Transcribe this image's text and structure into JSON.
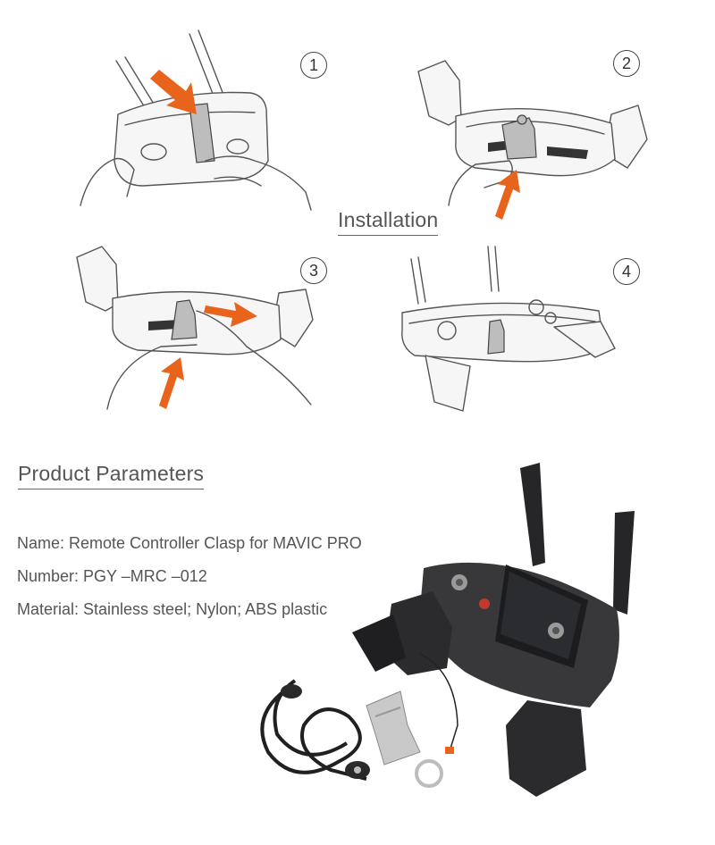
{
  "installation": {
    "title": "Installation",
    "steps": [
      {
        "number": "1",
        "arrow_color": "#e8631c"
      },
      {
        "number": "2",
        "arrow_color": "#e8631c"
      },
      {
        "number": "3",
        "arrow_color": "#e8631c"
      },
      {
        "number": "4"
      }
    ]
  },
  "parameters": {
    "title": "Product  Parameters",
    "name_line": "Name: Remote Controller Clasp for MAVIC PRO",
    "number_line": "Number:  PGY –MRC –012",
    "material_line": "Material: Stainless steel;  Nylon; ABS plastic"
  },
  "colors": {
    "accent": "#e8631c",
    "text": "#555555",
    "controller": "#2f2f31"
  },
  "icons": {
    "step1": "controller-clasp-attach-illustration",
    "step2": "controller-clasp-press-illustration",
    "step3": "controller-clasp-slide-illustration",
    "step4": "controller-clasp-installed-illustration",
    "product": "remote-controller-with-clasp-and-lanyard-photo"
  }
}
